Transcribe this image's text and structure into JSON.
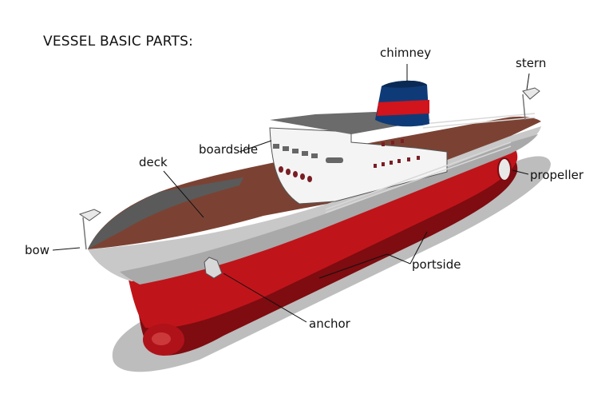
{
  "title": "VESSEL BASIC PARTS:",
  "labels": {
    "chimney": "chimney",
    "stern": "stern",
    "boardside": "boardside",
    "deck": "deck",
    "propeller": "propeller",
    "bow": "bow",
    "portside": "portside",
    "anchor": "anchor"
  },
  "colors": {
    "hull_red": "#c0141b",
    "hull_dark": "#7e0c10",
    "hull_gray": "#c8c8c8",
    "deck_brown": "#7b4233",
    "funnel_blue": "#0e3b78",
    "funnel_red": "#d2141c",
    "shadow": "#bdbdbd"
  }
}
